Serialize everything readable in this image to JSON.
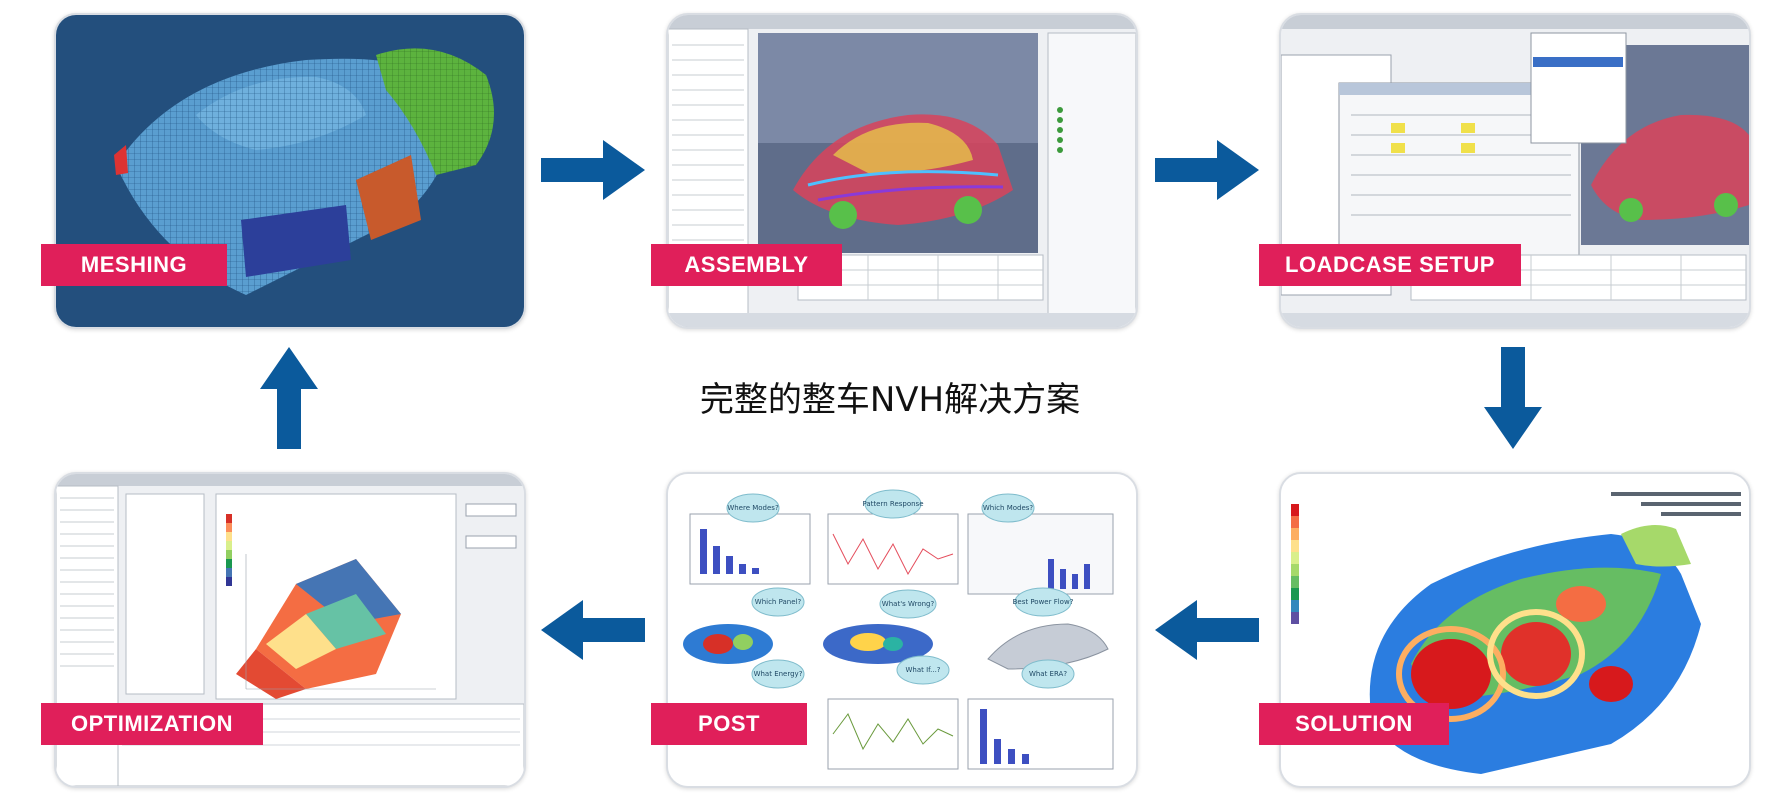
{
  "title": "完整的整车NVH解决方案",
  "steps": {
    "meshing": "MESHING",
    "assembly": "ASSEMBLY",
    "loadcase": "LOADCASE SETUP",
    "solution": "SOLUTION",
    "post": "POST",
    "optimization": "OPTIMIZATION"
  },
  "post_bubbles": [
    "Where Modes?",
    "Pattern Response",
    "Which Modes?",
    "Which Panel?",
    "What's Wrong?",
    "Best Power Flow?",
    "What Energy?",
    "What If...?",
    "What ERA?"
  ],
  "colors": {
    "accent": "#e01f5a",
    "arrow": "#0b5a9c"
  }
}
